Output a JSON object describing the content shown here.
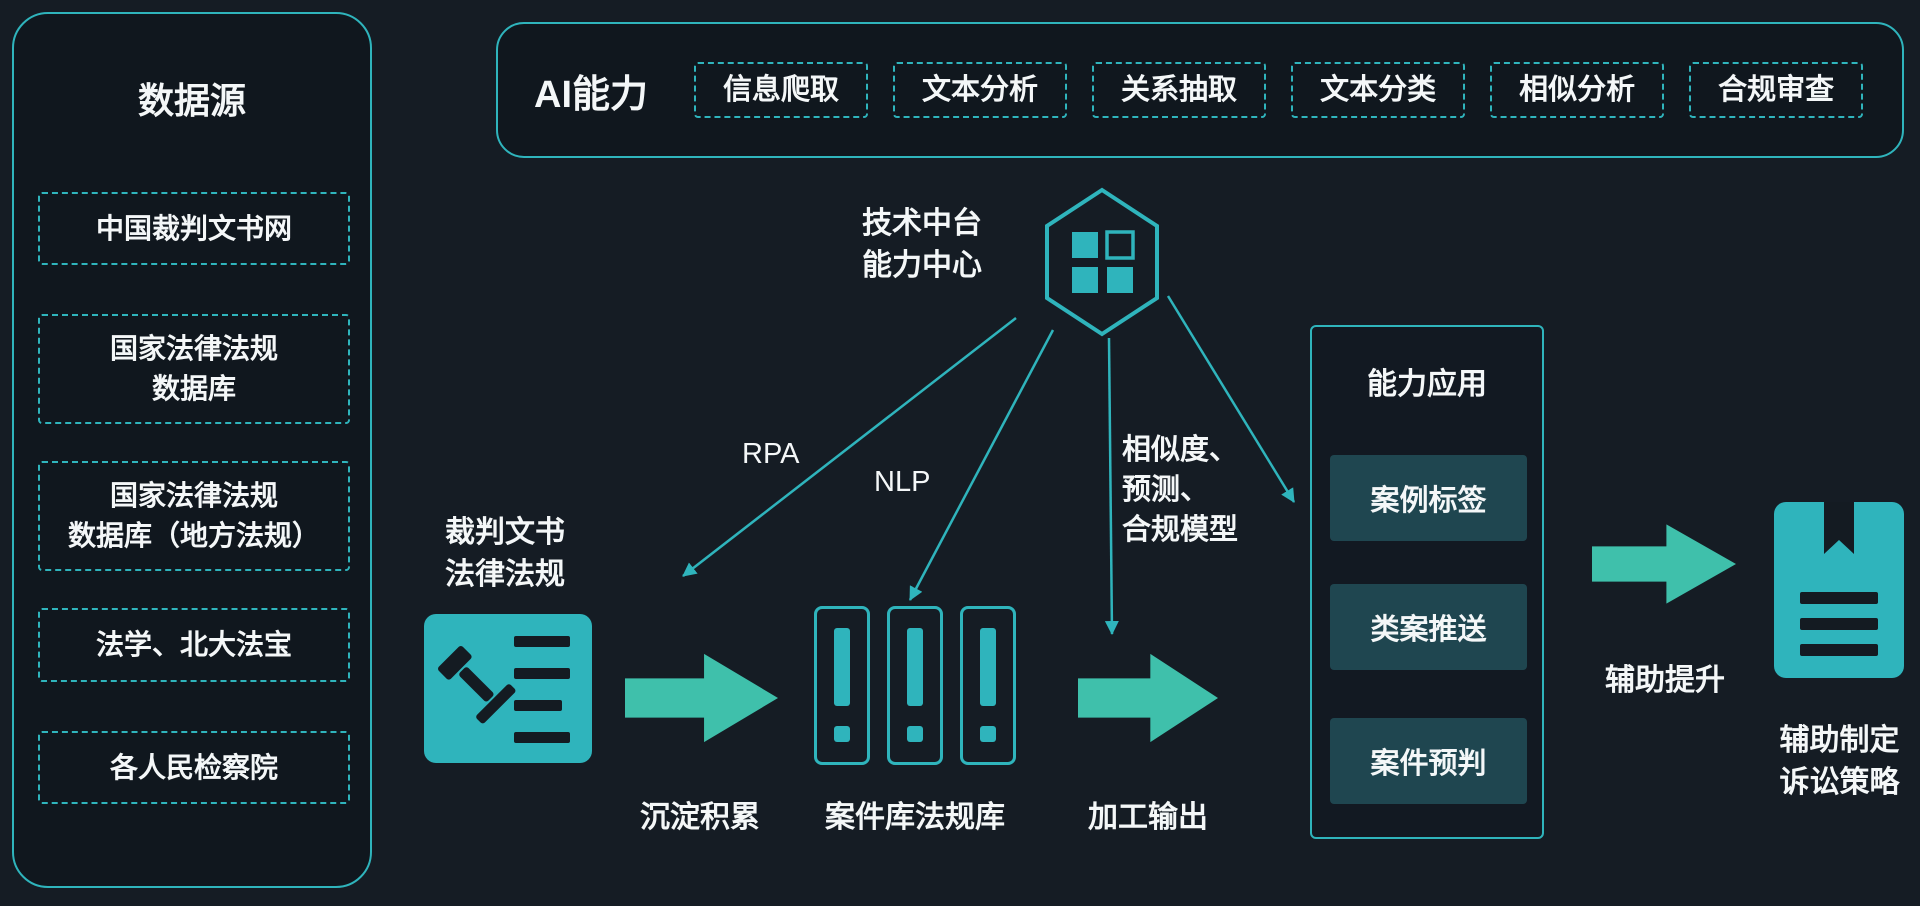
{
  "colors": {
    "background": "#151c24",
    "panel": "#10171e",
    "accent": "#2fb4bc",
    "block_arrow": "#3fc0ab",
    "app_item_bg": "#1f4650",
    "text": "#f4f7f8"
  },
  "data_sources": {
    "title": "数据源",
    "items": [
      "中国裁判文书网",
      "国家法律法规\n数据库",
      "国家法律法规\n数据库（地方法规）",
      "法学、北大法宝",
      "各人民检察院"
    ]
  },
  "ai_bar": {
    "title": "AI能力",
    "items": [
      "信息爬取",
      "文本分析",
      "关系抽取",
      "文本分类",
      "相似分析",
      "合规审查"
    ]
  },
  "platform": {
    "label": "技术中台\n能力中心",
    "icon": "hexagon-grid-icon"
  },
  "connections": {
    "rpa": "RPA",
    "nlp": "NLP",
    "model": "相似度、\n预测、\n合规模型"
  },
  "pipeline": {
    "source_label": "裁判文书\n法律法规",
    "step1_caption": "沉淀积累",
    "step2_caption": "案件库法规库",
    "step3_caption": "加工输出",
    "arrow4_caption": "辅助提升",
    "result_label": "辅助制定\n诉讼策略"
  },
  "applications": {
    "title": "能力应用",
    "items": [
      "案例标签",
      "类案推送",
      "案件预判"
    ]
  }
}
